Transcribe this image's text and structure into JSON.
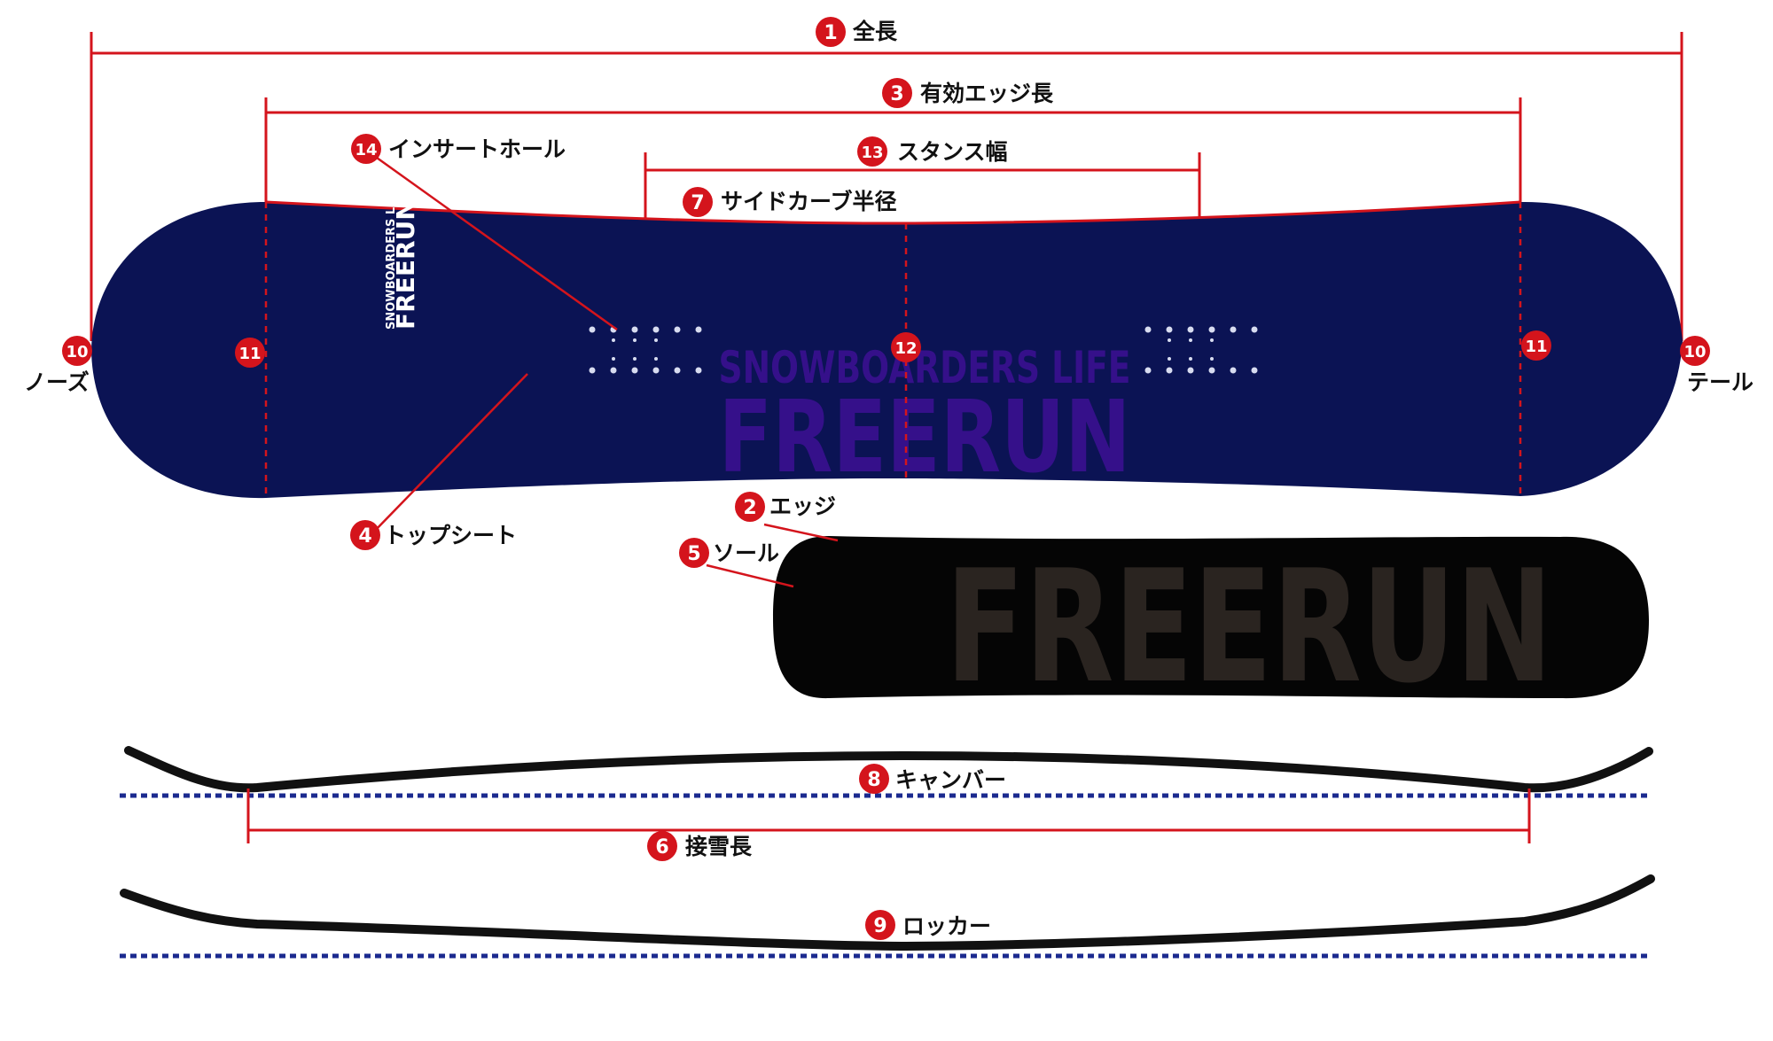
{
  "labels": {
    "l1": {
      "num": "1",
      "text": "全長"
    },
    "l2": {
      "num": "2",
      "text": "エッジ"
    },
    "l3": {
      "num": "3",
      "text": "有効エッジ長"
    },
    "l4": {
      "num": "4",
      "text": "トップシート"
    },
    "l5": {
      "num": "5",
      "text": "ソール"
    },
    "l6": {
      "num": "6",
      "text": "接雪長"
    },
    "l7": {
      "num": "7",
      "text": "サイドカーブ半径"
    },
    "l8": {
      "num": "8",
      "text": "キャンバー"
    },
    "l9": {
      "num": "9",
      "text": "ロッカー"
    },
    "l10": {
      "num": "10",
      "nose": "ノーズ",
      "tail": "テール"
    },
    "l11": {
      "num": "11"
    },
    "l12": {
      "num": "12"
    },
    "l13": {
      "num": "13",
      "text": "スタンス幅"
    },
    "l14": {
      "num": "14",
      "text": "インサートホール"
    }
  },
  "board_graphics": {
    "top_small_line1": "SNOWBOARDERS LIFE",
    "top_small_line2": "FREERUN",
    "top_big_line1": "SNOWBOARDERS LIFE",
    "top_big_line2": "FREERUN",
    "base_text": "FREERUN"
  },
  "colors": {
    "accent": "#d4141c",
    "topsheet": "#0b1354",
    "base": "#050505",
    "ground_line": "#1b2a8f"
  }
}
